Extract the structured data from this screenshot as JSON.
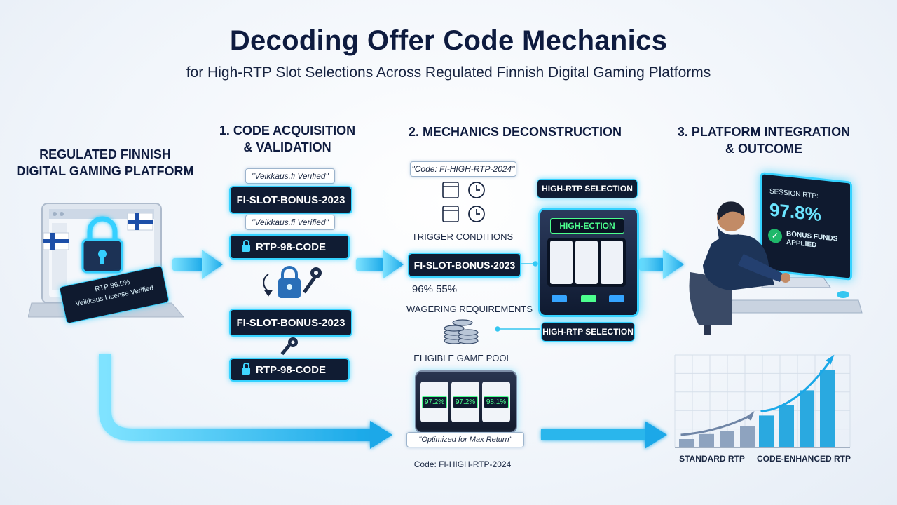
{
  "title": "Decoding Offer Code Mechanics",
  "subtitle": "for High-RTP Slot Selections Across Regulated Finnish Digital Gaming Platforms",
  "platform": {
    "heading_line1": "REGULATED FINNISH",
    "heading_line2": "DIGITAL GAMING PLATFORM",
    "badge_line1": "RTP 96.5%",
    "badge_line2": "Veikkaus License Verified"
  },
  "step1": {
    "heading_line1": "1. CODE ACQUISITION",
    "heading_line2": "& VALIDATION",
    "tag_top": "\"Veikkaus.fi Verified\"",
    "code_a": "FI-SLOT-BONUS-2023",
    "tag_mid": "\"Veikkaus.fi Verified\"",
    "code_b": "RTP-98-CODE",
    "code_c": "FI-SLOT-BONUS-2023",
    "code_d": "RTP-98-CODE"
  },
  "step2": {
    "heading": "2. MECHANICS DECONSTRUCTION",
    "code_tag": "\"Code: FI-HIGH-RTP-2024\"",
    "trigger_label": "TRIGGER CONDITIONS",
    "code_pill": "FI-SLOT-BONUS-2023",
    "percents": "96%  55%",
    "wagering_label": "WAGERING REQUIREMENTS",
    "pool_label": "ELIGIBLE GAME POOL",
    "reel_values": [
      "97.2%",
      "97.2%",
      "98.1%"
    ],
    "optimized_tag": "\"Optimized for Max Return\"",
    "bottom_code": "Code: FI-HIGH-RTP-2024",
    "highrtp_top": "HIGH-RTP SELECTION",
    "machine_screen": "HIGH-ECTION",
    "highrtp_bottom": "HIGH-RTP SELECTION"
  },
  "step3": {
    "heading_line1": "3. PLATFORM INTEGRATION",
    "heading_line2": "& OUTCOME",
    "monitor_label": "SESSION RTP:",
    "monitor_value": "97.8%",
    "monitor_status_line1": "BONUS FUNDS",
    "monitor_status_line2": "APPLIED"
  },
  "colors": {
    "accent": "#35d2ff",
    "dark_panel": "#101c33",
    "bar_standard": "#8ea3bf",
    "bar_enhanced": "#2aa9e0"
  },
  "chart_data": {
    "type": "bar",
    "categories": [
      "STANDARD RTP",
      "CODE-ENHANCED RTP"
    ],
    "series": [
      {
        "values": [
          1.0,
          1.6,
          2.0,
          2.5
        ]
      },
      {
        "values": [
          3.8,
          5.0,
          6.8,
          9.2
        ]
      }
    ],
    "ylim": [
      0,
      11
    ],
    "grid": true
  }
}
